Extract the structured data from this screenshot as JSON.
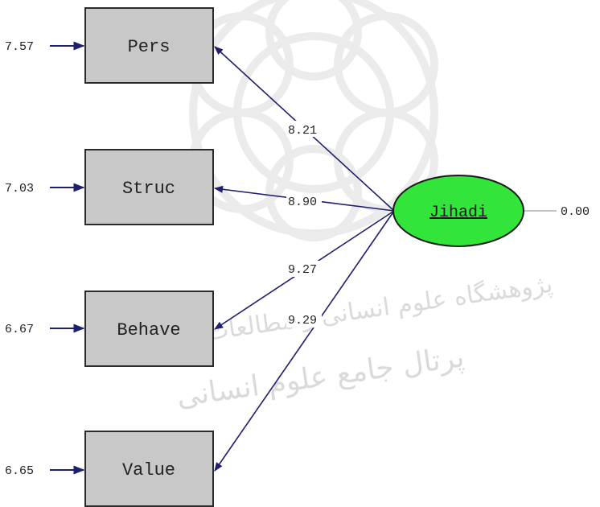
{
  "observed": [
    {
      "label": "Pers",
      "error": "7.57",
      "loading": "8.21"
    },
    {
      "label": "Struc",
      "error": "7.03",
      "loading": "8.90"
    },
    {
      "label": "Behave",
      "error": "6.67",
      "loading": "9.27"
    },
    {
      "label": "Value",
      "error": "6.65",
      "loading": "9.29"
    }
  ],
  "latent": {
    "label": "Jihadi",
    "variance": "0.00"
  },
  "watermark": {
    "line1": "پژوهشگاه علوم انسانی و مطالعات فرهنگی",
    "line2": "پرتال جامع علوم انسانی"
  },
  "colors": {
    "latent_fill": "#33e53a",
    "box_fill": "#c8c8c8",
    "arrow": "#1f1f6e",
    "watermark": "#d9d9d9"
  }
}
